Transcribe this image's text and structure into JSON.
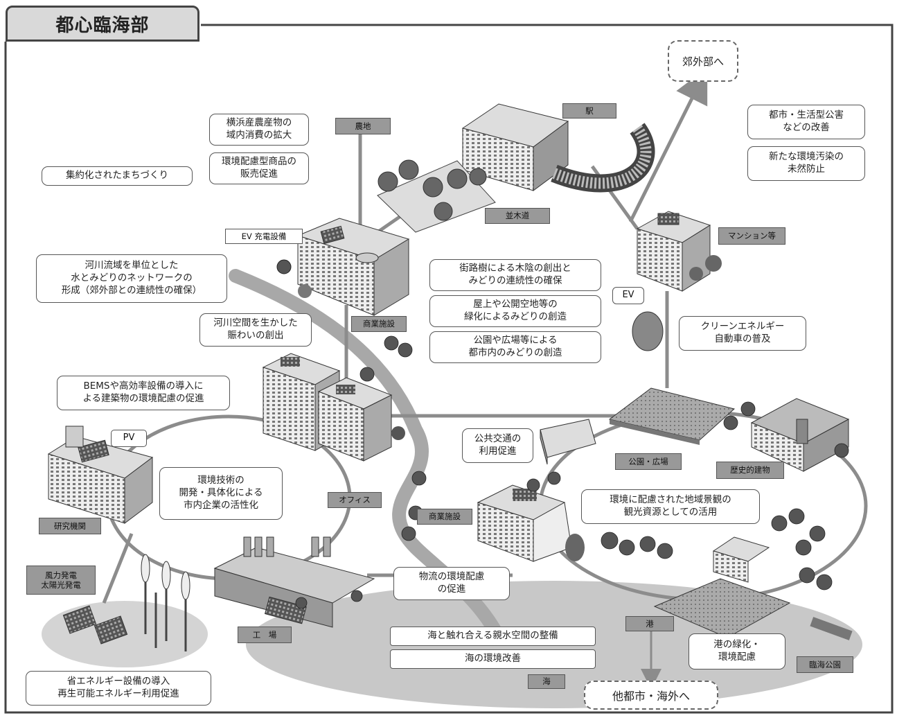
{
  "title": "都心臨海部",
  "destinations": {
    "suburb": "郊外部へ",
    "other_cities": "他都市・海外へ"
  },
  "facility_labels": {
    "farmland": "農地",
    "station": "駅",
    "tree_lined_road": "並木道",
    "ev_charging": "EV 充電設備",
    "mansion": "マンション等",
    "ev": "EV",
    "commercial_upper": "商業施設",
    "pv": "PV",
    "office": "オフィス",
    "research": "研究機関",
    "wind_solar": "風力発電\n太陽光発電",
    "factory": "工　場",
    "park_plaza": "公園・広場",
    "historic_building": "歴史的建物",
    "commercial_lower": "商業施設",
    "port": "港",
    "waterfront_park": "臨海公園",
    "sea": "海"
  },
  "measures": {
    "yokohama_produce": "横浜産農産物の\n域内消費の拡大",
    "eco_products": "環境配慮型商品の\n販売促進",
    "compact_city": "集約化されたまちづくり",
    "pollution_improve": "都市・生活型公害\nなどの改善",
    "pollution_prevent": "新たな環境汚染の\n未然防止",
    "river_network": "河川流域を単位とした\n水とみどりのネットワークの\n形成（郊外部との連続性の確保）",
    "street_trees": "街路樹による木陰の創出と\nみどりの連続性の確保",
    "rooftop_green": "屋上や公開空地等の\n緑化によるみどりの創造",
    "park_green": "公園や広場等による\n都市内のみどりの創造",
    "river_space": "河川空間を生かした\n賑わいの創出",
    "clean_vehicles": "クリーンエネルギー\n自動車の普及",
    "bems": "BEMSや高効率設備の導入に\nよる建築物の環境配慮の促進",
    "public_transport": "公共交通の\n利用促進",
    "env_tech": "環境技術の\n開発・具体化による\n市内企業の活性化",
    "landscape_tourism": "環境に配慮された地域景観の\n観光資源としての活用",
    "logistics": "物流の環境配慮\nの促進",
    "waterfront_space": "海と触れ合える親水空間の整備",
    "sea_improve": "海の環境改善",
    "port_green": "港の緑化・\n環境配慮",
    "energy_saving": "省エネルギー設備の導入\n再生可能エネルギー利用促進"
  },
  "colors": {
    "frame": "#444444",
    "title_tab": "#d9d9d9",
    "label_fill": "#999999",
    "network_line": "#8c8c8c",
    "river": "#a8a8a8",
    "sea": "#c8c8c8"
  }
}
